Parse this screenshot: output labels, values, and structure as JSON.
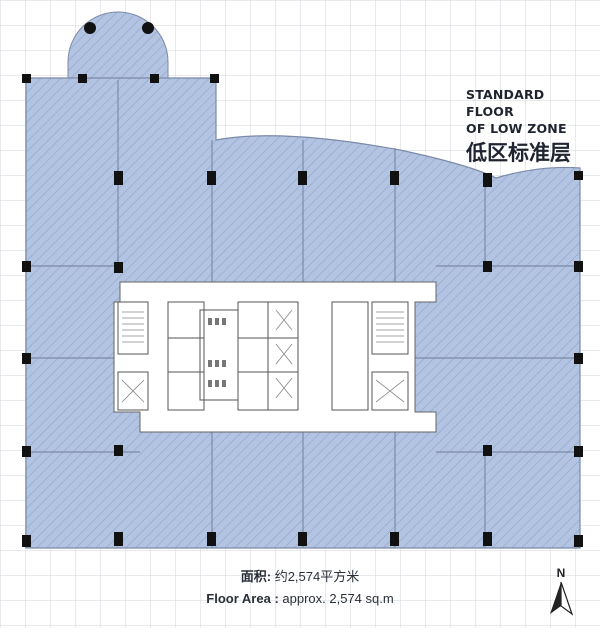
{
  "title": {
    "line1": "STANDARD FLOOR",
    "line2": "OF LOW ZONE",
    "cn": "低区标准层"
  },
  "area": {
    "cn_label": "面积:",
    "cn_value": "约2,574平方米",
    "en_label": "Floor Area :",
    "en_value": "approx. 2,574 sq.m"
  },
  "compass": {
    "label": "N"
  },
  "colors": {
    "office": "#b3c4e2",
    "office_stroke": "#7c8aa6",
    "hatch": "#8fa3c9",
    "grid": "#d2d6dc",
    "core": "#ffffff",
    "wall": "#555555",
    "column": "#111111"
  }
}
